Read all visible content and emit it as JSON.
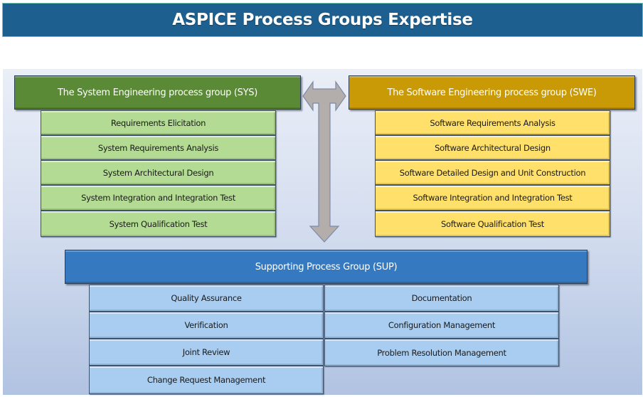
{
  "title": "ASPICE Process Groups Expertise",
  "groups": {
    "sys": {
      "header": "The System Engineering process group (SYS)",
      "color": "#5b8a36",
      "items": [
        "Requirements Elicitation",
        "System Requirements Analysis",
        "System Architectural Design",
        "System Integration and Integration Test",
        "System Qualification Test"
      ]
    },
    "swe": {
      "header": "The Software Engineering process group (SWE)",
      "color": "#c99a06",
      "items": [
        "Software Requirements Analysis",
        "Software Architectural Design",
        "Software Detailed Design and Unit Construction",
        "Software Integration and Integration Test",
        "Software Qualification Test"
      ]
    },
    "sup": {
      "header": "Supporting Process Group (SUP)",
      "color": "#357ac1",
      "left_items": [
        "Quality Assurance",
        "Verification",
        "Joint Review",
        "Change Request Management"
      ],
      "right_items": [
        "Documentation",
        "Configuration Management",
        "Problem Resolution Management"
      ]
    }
  },
  "connector": {
    "icon": "t-shaped-three-way-arrow-icon",
    "color": "#b0aaa8"
  }
}
